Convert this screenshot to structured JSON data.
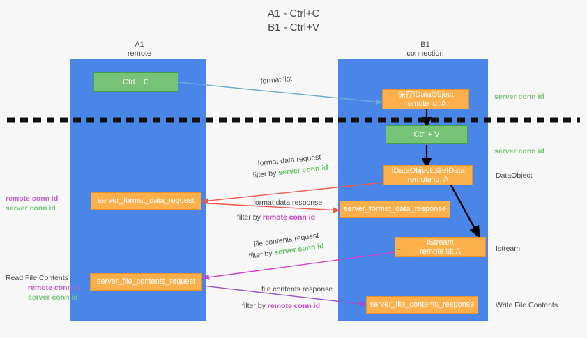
{
  "title": {
    "line1": "A1 - Ctrl+C",
    "line2": "B1 - Ctrl+V"
  },
  "lanes": [
    {
      "name": "A1",
      "subtitle": "remote"
    },
    {
      "name": "B1",
      "subtitle": "connection"
    }
  ],
  "boxes": {
    "ctrl_c": {
      "label": "Ctrl + C"
    },
    "ctrl_v": {
      "label": "Ctrl + V"
    },
    "idataobject": {
      "label": "保存IDataObject",
      "sub": "remote id: A"
    },
    "getdata": {
      "label": "IDataObject::GetData",
      "sub": "remote id: A"
    },
    "istream": {
      "label": "IStream",
      "sub": "remote id: A"
    },
    "server_format_data_request": {
      "label": "server_format_data_request"
    },
    "server_format_data_response": {
      "label": "server_format_data_response"
    },
    "server_file_contents_request": {
      "label": "server_file_contents_request"
    },
    "server_file_contents_response": {
      "label": "server_file_contents_response"
    }
  },
  "edge_labels": {
    "format_list": "format list",
    "format_data_request": "format data request",
    "format_data_request_filter_prefix": "filter by ",
    "format_data_request_filter_value": "server conn id",
    "format_data_response": "format data response",
    "format_data_response_filter_prefix": "filter by ",
    "format_data_response_filter_value": "remote conn id",
    "file_contents_request": "file contents request",
    "file_contents_request_filter_prefix": "filter by ",
    "file_contents_request_filter_value": "server conn id",
    "file_contents_response": "file contents response",
    "file_contents_response_filter_prefix": "filter by ",
    "file_contents_response_filter_value": "remote conn id"
  },
  "left_annotations": {
    "group1": {
      "remote": "remote conn id",
      "server": "server conn id"
    },
    "group2": {
      "heading": "Read File Contents",
      "remote": "remote conn id",
      "server": "server conn id"
    }
  },
  "right_annotations": {
    "server_conn_id_top": "server conn id",
    "server_conn_id_mid": "server conn id",
    "dataobject": "DataObject",
    "istream": "Istream",
    "write_file_contents": "Write File Contents"
  },
  "colors": {
    "lane": "#4a86e8",
    "green_box": "#76c276",
    "orange_box": "#fbb04c",
    "green_text": "#63c264",
    "pink_text": "#cc44cc",
    "red_arrow": "#ef5a4a",
    "blue_arrow": "#6fa8dc",
    "magenta_arrow": "#cc44cc",
    "purple_arrow": "#9b51c9",
    "black_arrow": "#000000",
    "background": "#f7f7f7"
  }
}
